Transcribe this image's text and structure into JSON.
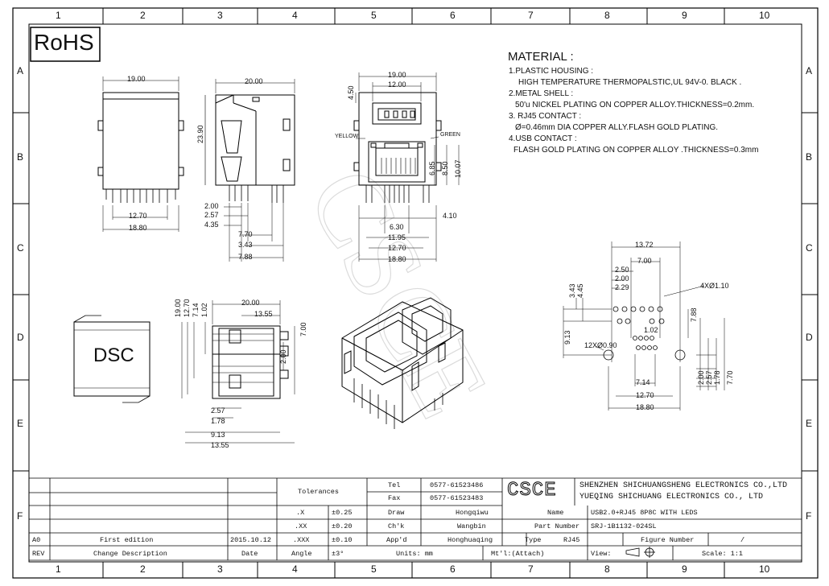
{
  "border": {
    "columns": [
      "1",
      "2",
      "3",
      "4",
      "5",
      "6",
      "7",
      "8",
      "9",
      "10"
    ],
    "rows": [
      "A",
      "B",
      "C",
      "D",
      "E",
      "F"
    ]
  },
  "rohs": "RoHS",
  "dsc": "DSC",
  "watermark": "CSCE",
  "material": {
    "title": "MATERIAL :",
    "lines": [
      "1.PLASTIC HOUSING :",
      "HIGH TEMPERATURE THERMOPALSTIC,UL 94V-0. BLACK .",
      "2.METAL SHELL :",
      "50'u NICKEL PLATING ON  COPPER ALLOY.THICKNESS=0.2mm.",
      "3. RJ45 CONTACT :",
      "Ø=0.46mm DIA COPPER ALLY.FLASH GOLD PLATING.",
      "4.USB CONTACT :",
      "FLASH GOLD PLATING ON COPPER ALLOY .THICKNESS=0.3mm"
    ]
  },
  "dims": {
    "front": {
      "w_top": "19.00",
      "w_bot1": "12.70",
      "w_bot2": "18.80"
    },
    "side": {
      "w_top": "20.00",
      "h": "23.90",
      "d1": "2.00",
      "d2": "2.57",
      "d3": "4.35",
      "d4": "7.70",
      "d5": "3.43",
      "d6": "7.88"
    },
    "usb_front": {
      "w1": "19.00",
      "w2": "12.00",
      "h1": "4.50",
      "h2": "6.85",
      "h3": "8.50",
      "h4": "10.07",
      "w3": "6.30",
      "w4": "4.10",
      "w5": "11.95",
      "w6": "12.70",
      "w7": "18.80",
      "yellow": "YELLOW",
      "green": "GREEN"
    },
    "top_view": {
      "w": "20.00",
      "w2": "13.55",
      "v1": "19.00",
      "v2": "12.70",
      "v3": "7.14",
      "v4": "1.02",
      "v5": "2.00",
      "v6": "7.00",
      "b1": "2.57",
      "b2": "1.78",
      "b3": "9.13",
      "b4": "13.55"
    },
    "pcb": {
      "w1": "13.72",
      "w2": "7.00",
      "d1": "2.50",
      "d2": "2.00",
      "d3": "2.29",
      "v1": "3.43",
      "v2": "4.45",
      "hole": "4XØ1.10",
      "v3": "7.88",
      "v4": "1.02",
      "v5": "9.13",
      "hole2": "12XØ0.90",
      "b1": "7.14",
      "b2": "12.70",
      "b3": "18.80",
      "r1": "2.00",
      "r2": "2.57",
      "r3": "1.78",
      "r4": "7.70"
    }
  },
  "title_block": {
    "tolerances": "Tolerances",
    "tel_label": "Tel",
    "tel": "0577-61523486",
    "fax_label": "Fax",
    "fax": "0577-61523483",
    "logo": "CSCE",
    "company1": "SHENZHEN SHICHUANGSHENG ELECTRONICS CO.,LTD",
    "company2": "YUEQING SHICHUANG ELECTRONICS CO., LTD",
    "tol_x": ".X",
    "tol_x_v": "±0.25",
    "tol_xx": ".XX",
    "tol_xx_v": "±0.20",
    "tol_xxx": ".XXX",
    "tol_xxx_v": "±0.10",
    "angle": "Angle",
    "angle_v": "±3°",
    "draw": "Draw",
    "draw_v": "Hongqiwu",
    "chk": "Ch'k",
    "chk_v": "Wangbin",
    "appd": "App'd",
    "appd_v": "Honghuaqing",
    "name": "Name",
    "name_v": "USB2.0+RJ45 8P8C  WITH LEDS",
    "part": "Part Number",
    "part_v": "SRJ-1B1132-024SL",
    "type": "Type",
    "type_v": "RJ45",
    "figure": "Figure Number",
    "figure_v": "/",
    "units": "Units: mm",
    "mtl": "Mt'l:(Attach)",
    "view": "View:",
    "scale": "Scale: 1:1",
    "rev_a0": "A0",
    "rev_a0_desc": "First edition",
    "rev_a0_date": "2015.10.12",
    "rev": "REV",
    "change": "Change Description",
    "date": "Date"
  }
}
